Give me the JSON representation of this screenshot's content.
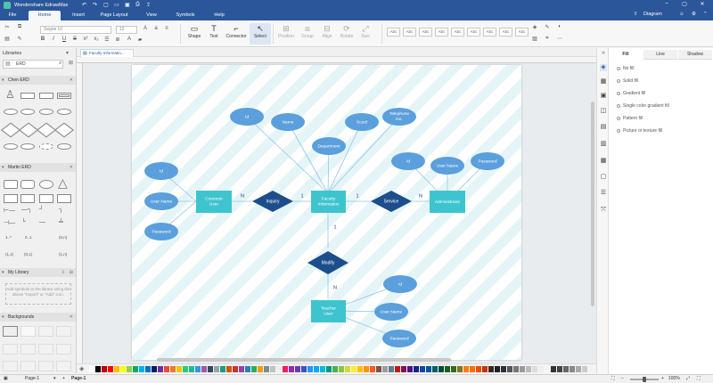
{
  "app": {
    "title": "Wondershare EdrawMax"
  },
  "menu": {
    "tabs": [
      "File",
      "Home",
      "Insert",
      "Page Layout",
      "View",
      "Symbols",
      "Help"
    ],
    "active": "Home",
    "diagram_label": "Diagram"
  },
  "ribbon": {
    "font_family": "Segoe UI",
    "font_size": "12",
    "tools": [
      "Shape",
      "Text",
      "Connector",
      "Select"
    ],
    "arrange": [
      "Position",
      "Group",
      "Align",
      "Rotate",
      "Size"
    ],
    "style_samples": [
      "Abc",
      "Abc",
      "Abc",
      "Abc",
      "Abc",
      "Abc",
      "Abc",
      "Abc",
      "Abc",
      "Abc"
    ]
  },
  "library": {
    "title": "Libraries",
    "search_value": "ERD",
    "sections": [
      "Chen ERD",
      "Martin ERD",
      "My Library",
      "Backgrounds"
    ],
    "martin_labels": [
      "1..*",
      "0..1",
      "(0,n)",
      "(1,1)",
      "(0,1)",
      "(1,n)"
    ],
    "my_library_note": "Add symbols to the library using the above \"Import\" or \"Add\" icon."
  },
  "document": {
    "tab": "Faculty Informatio..."
  },
  "diagram": {
    "entities": [
      "Faculty Information",
      "Common User",
      "Administrator",
      "Teacher User"
    ],
    "relationships": [
      "Inquiry",
      "Service",
      "Modify"
    ],
    "attributes": [
      "Id",
      "Name",
      "Department",
      "Scool",
      "Telephone No.",
      "Id",
      "User Name",
      "Password",
      "Id",
      "User Name",
      "Password",
      "Id",
      "User Name",
      "Password"
    ],
    "cardinalities": [
      "N",
      "1",
      "1",
      "N",
      "1",
      "N"
    ]
  },
  "statusbar": {
    "page_selector": "Page-1",
    "active_page": "Page-1",
    "zoom": "100%"
  },
  "right_panel": {
    "tabs": [
      "Fill",
      "Line",
      "Shadow"
    ],
    "active_tab": "Fill",
    "fill_options": [
      "No fill",
      "Solid fill",
      "Gradient fill",
      "Single color gradient fill",
      "Pattern fill",
      "Picture or texture fill"
    ]
  },
  "colors": {
    "accent": "#2b579a",
    "entity": "#3ec4cf",
    "relationship": "#1d4e8c",
    "attribute": "#5b9fdc",
    "connector": "#8ec6e8"
  }
}
